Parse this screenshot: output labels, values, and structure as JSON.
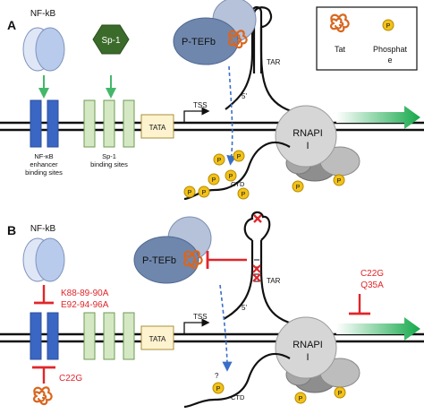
{
  "panel_a": {
    "letter": "A",
    "nfkb": "NF-kB",
    "sp1": "Sp-1",
    "ptefb": "P-TEFb",
    "tar": "TAR",
    "five_prime": "5'",
    "tss": "TSS",
    "tata": "TATA",
    "rnapii_line1": "RNAPI",
    "rnapii_line2": "I",
    "ctd": "CTD",
    "p": "P",
    "nfkb_sites_line1": "NF-κB",
    "nfkb_sites_line2": "enhancer",
    "nfkb_sites_line3": "binding sites",
    "sp1_sites_line1": "Sp-1",
    "sp1_sites_line2": "binding sites"
  },
  "legend": {
    "tat": "Tat",
    "phosphate_line1": "Phosphat",
    "phosphate_line2": "e",
    "p": "P"
  },
  "panel_b": {
    "letter": "B",
    "nfkb": "NF-kB",
    "ptefb": "P-TEFb",
    "tar": "TAR",
    "five_prime": "5'",
    "tss": "TSS",
    "tata": "TATA",
    "rnapii_line1": "RNAPI",
    "rnapii_line2": "I",
    "ctd": "CTD",
    "question": "?",
    "p": "P",
    "mut_nfkb_line1": "K88-89-90A",
    "mut_nfkb_line2": "E92-94-96A",
    "mut_c22g": "C22G",
    "mut_right_line1": "C22G",
    "mut_right_line2": "Q35A"
  },
  "colors": {
    "nfkb": "#c9d6ee",
    "sp1": "#3b6b2a",
    "enhancer": "#3a66c4",
    "sp1_sites": "#d5e8c4",
    "tata": "#fdf3cf",
    "ptefb": "#6f87ad",
    "rnapii": "#d6d6d6",
    "tat": "#d9661f",
    "phosphate": "#f2c21a",
    "inhibit": "#e0262a",
    "arrow": "#2db34d"
  }
}
